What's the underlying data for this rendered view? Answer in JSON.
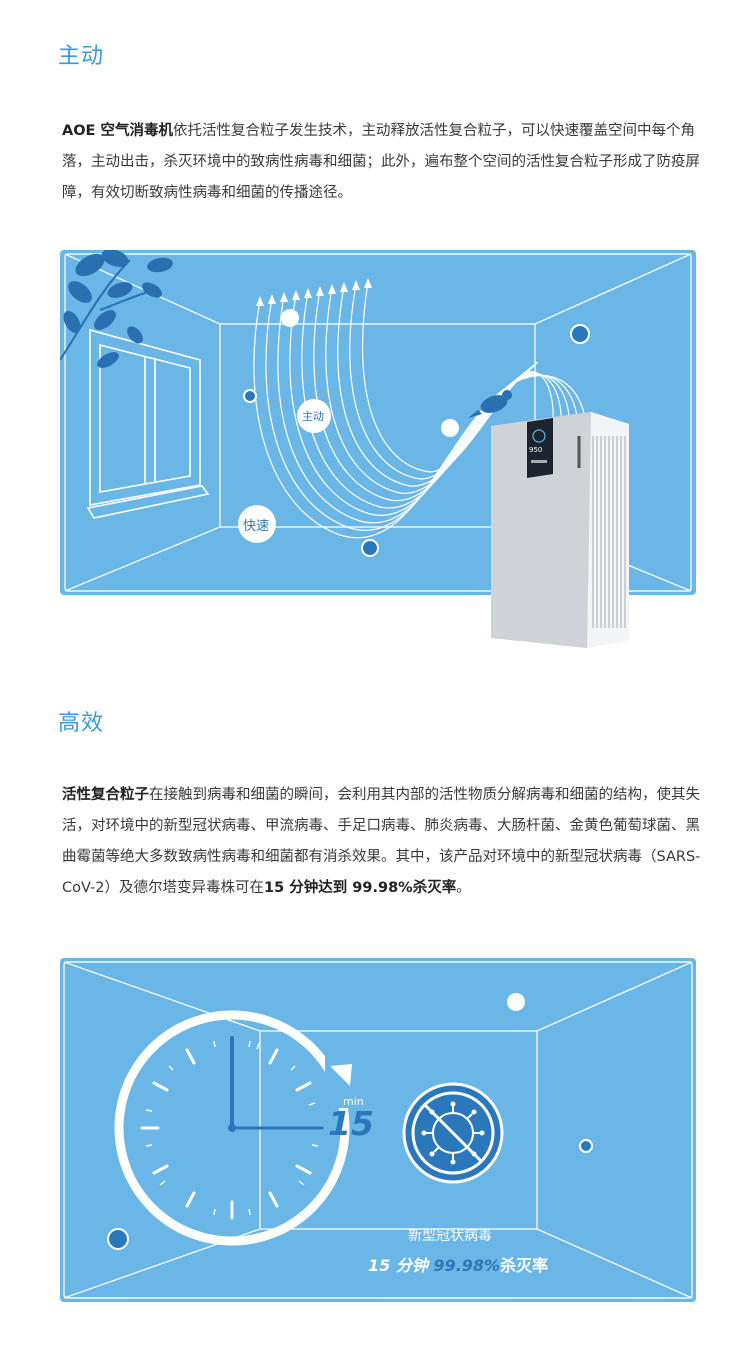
{
  "section1": {
    "title": "主动",
    "paragraph_bold": "AOE 空气消毒机",
    "paragraph_rest": "依托活性复合粒子发生技术，主动释放活性复合粒子，可以快速覆盖空间中每个角落，主动出击，杀灭环境中的致病性病毒和细菌；此外，遍布整个空间的活性复合粒子形成了防疫屏障，有效切断致病性病毒和细菌的传播途径。",
    "label_active": "主动",
    "label_fast": "快速",
    "display_reading": "950"
  },
  "section2": {
    "title": "高效",
    "paragraph_bold": "活性复合粒子",
    "paragraph_mid": "在接触到病毒和细菌的瞬间，会利用其内部的活性物质分解病毒和细菌的结构，使其失活，对环境中的新型冠状病毒、甲流病毒、手足口病毒、肺炎病毒、大肠杆菌、金黄色葡萄球菌、黑曲霉菌等绝大多数致病性病毒和细菌都有消杀效果。其中，该产品对环境中的新型冠状病毒（SARS-CoV-2）及德尔塔变异毒株可在",
    "paragraph_bold2": "15 分钟达到 99.98%杀灭率",
    "paragraph_end": "。",
    "clock_unit": "min",
    "clock_value": "15",
    "virus_label": "新型冠状病毒",
    "stat_time": "15 分钟",
    "stat_percent": "99.98%",
    "stat_suffix": "杀灭率"
  },
  "colors": {
    "accent": "#3a9ad9",
    "panel_blue": "#6ab6e7",
    "dark_blue": "#2a78bb",
    "white": "#ffffff"
  }
}
